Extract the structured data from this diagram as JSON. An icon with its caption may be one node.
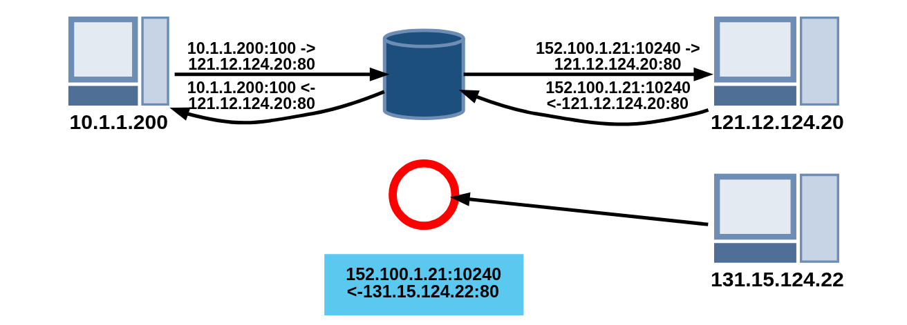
{
  "diagram": {
    "nodes": [
      {
        "text": [
          "10.1.1.200"
        ]
      },
      {
        "text": [],
        "shape": "cylinder"
      },
      {
        "text": [
          "121.12.124.20"
        ]
      },
      {
        "text": [],
        "shape": "circle"
      },
      {
        "text": [
          "152.100.1.21:10240 <-131.15.124.22:80"
        ]
      },
      {
        "text": [
          "131.15.124.22"
        ]
      }
    ],
    "edges": [
      {
        "from": 0,
        "to": 1,
        "arrow": "to",
        "label": "10.1.1.200:100 -> 121.12.124.20:80"
      },
      {
        "from": 1,
        "to": 0,
        "arrow": "to",
        "label": "10.1.1.200:100 <- 121.12.124.20:80"
      },
      {
        "from": 1,
        "to": 2,
        "arrow": "to",
        "label": "152.100.1.21:10240 -> 121.12.124.20:80"
      },
      {
        "from": 2,
        "to": 1,
        "arrow": "to",
        "label": "152.100.1.21:10240 <-121.12.124.20:80"
      },
      {
        "from": 5,
        "to": 3,
        "arrow": "to"
      }
    ]
  }
}
